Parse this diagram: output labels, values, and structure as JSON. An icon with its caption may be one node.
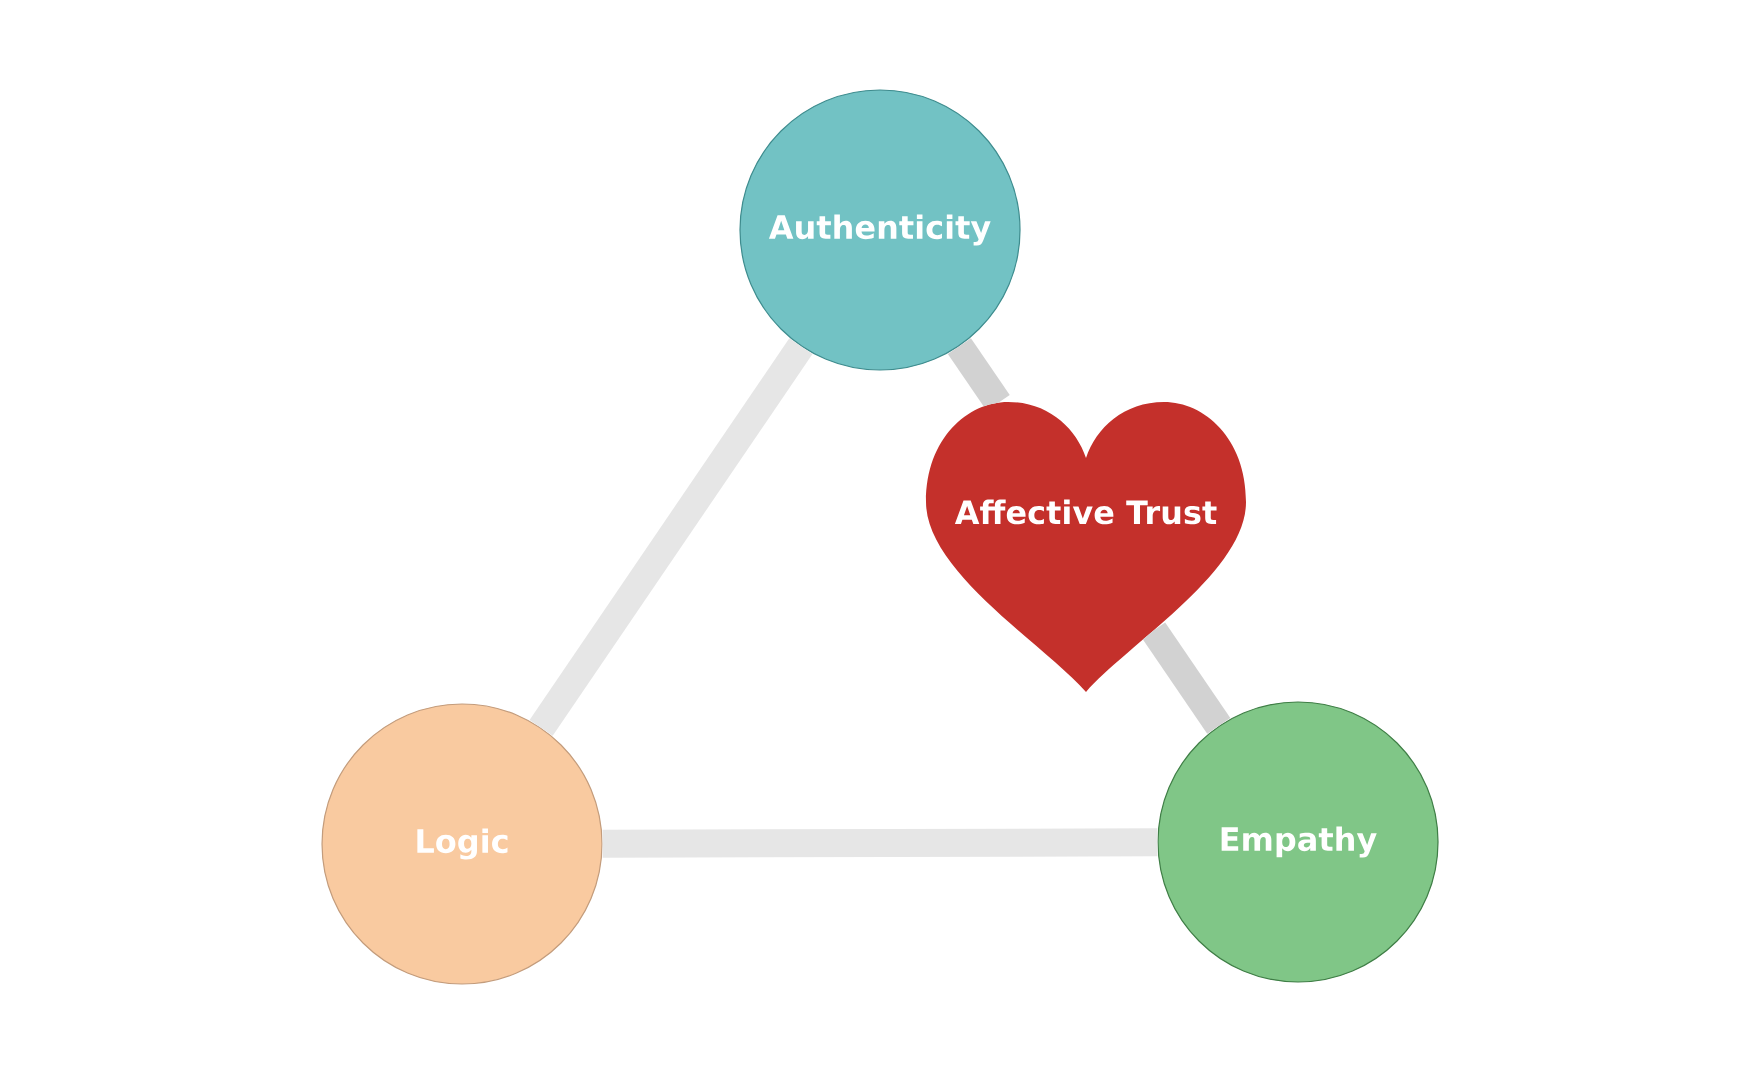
{
  "diagram": {
    "nodes": [
      {
        "text": [
          "Authenticity"
        ]
      },
      {
        "text": [
          "Logic"
        ]
      },
      {
        "text": [
          "Empathy"
        ]
      },
      {
        "text": [
          "Affective Trust"
        ]
      }
    ],
    "edges": [
      {
        "from": 0,
        "to": 1,
        "arrow": "none"
      },
      {
        "from": 1,
        "to": 2,
        "arrow": "none"
      },
      {
        "from": 0,
        "to": 3,
        "arrow": "none",
        "color": "#d2d2d2"
      },
      {
        "from": 3,
        "to": 2,
        "arrow": "none",
        "color": "#d2d2d2"
      }
    ]
  }
}
